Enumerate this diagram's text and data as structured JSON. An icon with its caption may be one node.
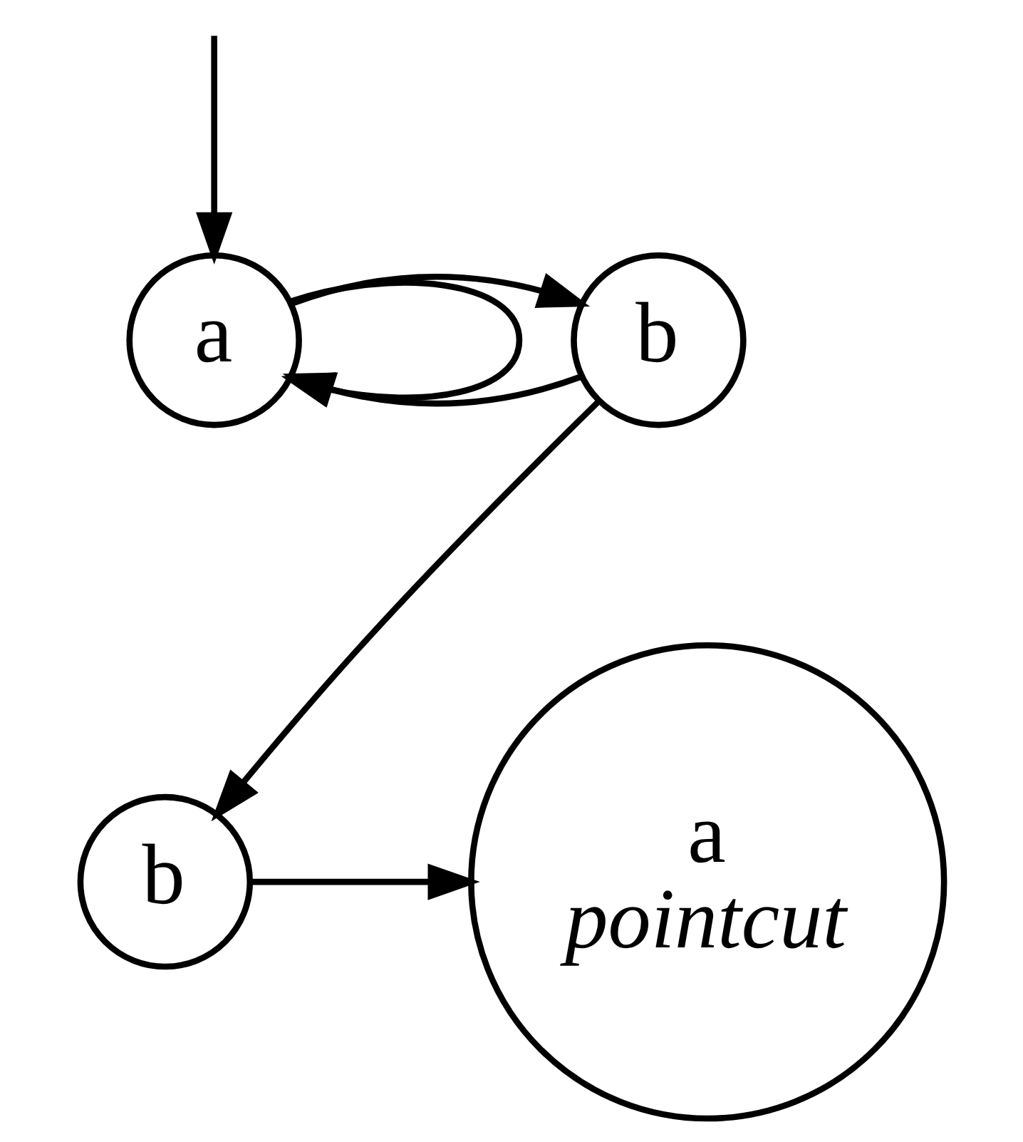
{
  "diagram": {
    "nodes": [
      {
        "text": [
          "a"
        ]
      },
      {
        "text": [
          "b"
        ]
      },
      {
        "text": [
          "b"
        ]
      },
      {
        "text": [
          "a",
          "pointcut"
        ]
      }
    ],
    "edges": [
      {
        "from": null,
        "to": 0,
        "arrow": "to"
      },
      {
        "from": 0,
        "to": 0,
        "arrow": "to"
      },
      {
        "from": 1,
        "to": 0,
        "arrow": "to"
      },
      {
        "from": 0,
        "to": 1,
        "arrow": "to"
      },
      {
        "from": 1,
        "to": 2,
        "arrow": "to"
      },
      {
        "from": 2,
        "to": 3,
        "arrow": "to"
      }
    ]
  }
}
